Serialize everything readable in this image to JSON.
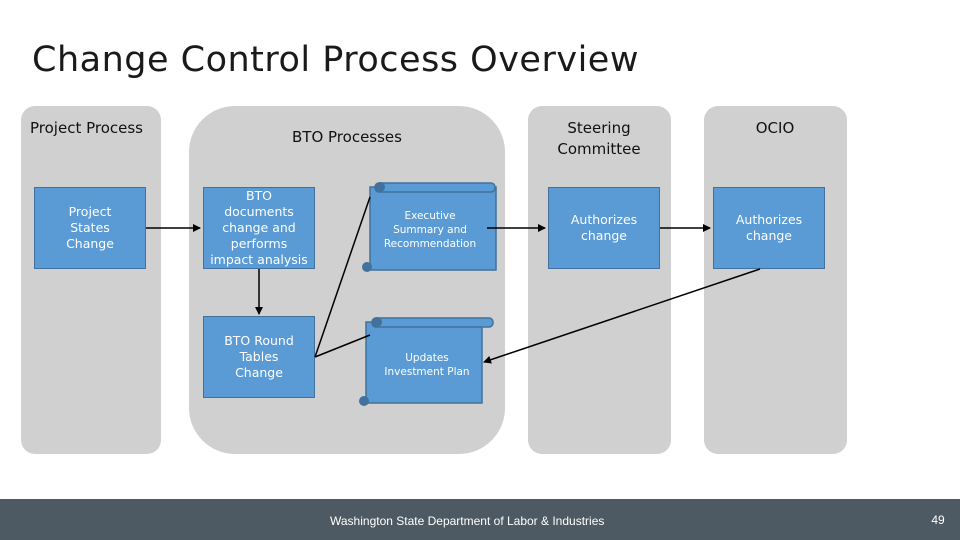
{
  "title": "Change Control Process Overview",
  "lanes": {
    "project": "Project Process",
    "bto": "BTO Processes",
    "steering": "Steering Committee",
    "ocio": "OCIO"
  },
  "boxes": {
    "project_states": "Project States Change",
    "bto_documents": "BTO documents change and performs impact analysis",
    "bto_round_tables": "BTO Round Tables Change",
    "exec_summary": "Executive Summary and Recommendation",
    "updates_plan": "Updates Investment Plan",
    "steering_authorizes": "Authorizes change",
    "ocio_authorizes": "Authorizes change"
  },
  "footer": {
    "org": "Washington State Department of Labor & Industries",
    "page": "49"
  },
  "colors": {
    "box_fill": "#5b9bd5",
    "box_border": "#41719c",
    "lane_fill": "#d0d0d0",
    "footer_bg": "#4e5a63"
  }
}
